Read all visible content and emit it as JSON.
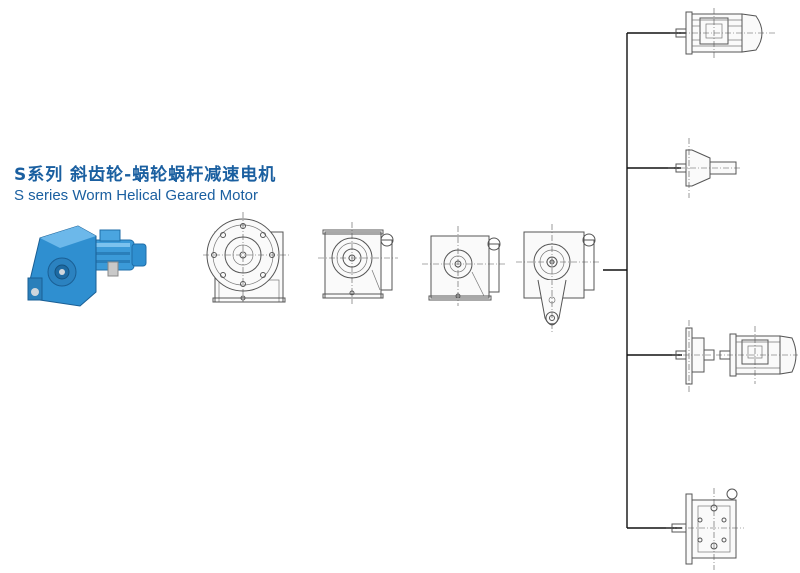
{
  "title": {
    "cn": "S系列 斜齿轮-蜗轮蜗杆减速电机",
    "en": "S series Worm Helical Geared Motor"
  },
  "colors": {
    "title": "#1a5fa0",
    "product_blue": "#2f8fd0",
    "line": "#555555"
  },
  "diagram": {
    "product_photo": "blue-worm-geared-motor",
    "housing_views": [
      "foot-mounted-housing",
      "flange-housing",
      "shaft-mounted-housing",
      "torque-arm-housing"
    ],
    "input_options": [
      "motor-input",
      "adapter-input",
      "flange-adapter-with-motor",
      "shaft-input-cover"
    ]
  }
}
